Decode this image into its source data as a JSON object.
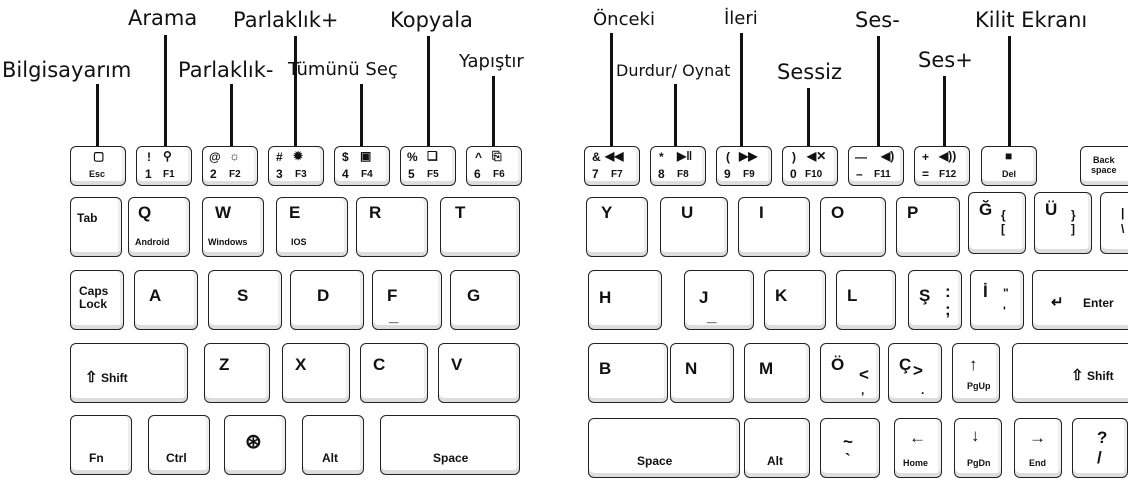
{
  "callouts": {
    "bilgisayarim": "Bilgisayarım",
    "arama": "Arama",
    "parlaklik_minus": "Parlaklık-",
    "parlaklik_plus": "Parlaklık+",
    "tumunu_sec": "Tümünü Seç",
    "kopyala": "Kopyala",
    "yapistir": "Yapıştır",
    "onceki": "Önceki",
    "durdur_oynat": "Durdur/ Oynat",
    "ileri": "İleri",
    "sessiz": "Sessiz",
    "ses_minus": "Ses-",
    "ses_plus": "Ses+",
    "kilit_ekrani": "Kilit Ekranı"
  },
  "keys": {
    "esc": "Esc",
    "f1_sym": "!",
    "f1_num": "1",
    "f1_fn": "F1",
    "f2_sym": "@",
    "f2_num": "2",
    "f2_fn": "F2",
    "f3_sym": "#",
    "f3_num": "3",
    "f3_fn": "F3",
    "f4_sym": "$",
    "f4_num": "4",
    "f4_fn": "F4",
    "f5_sym": "%",
    "f5_num": "5",
    "f5_fn": "F5",
    "f6_sym": "^",
    "f6_num": "6",
    "f6_fn": "F6",
    "f7_sym": "&",
    "f7_num": "7",
    "f7_fn": "F7",
    "f8_sym": "*",
    "f8_num": "8",
    "f8_fn": "F8",
    "f9_sym": "(",
    "f9_num": "9",
    "f9_fn": "F9",
    "f10_sym": ")",
    "f10_num": "0",
    "f10_fn": "F10",
    "f11_sym": "—",
    "f11_num": "–",
    "f11_fn": "F11",
    "f12_sym": "+",
    "f12_num": "=",
    "f12_fn": "F12",
    "del": "Del",
    "backspace_1": "Back",
    "backspace_2": "space",
    "tab": "Tab",
    "q": "Q",
    "q_sub": "Android",
    "w": "W",
    "w_sub": "Windows",
    "e": "E",
    "e_sub": "IOS",
    "r": "R",
    "t": "T",
    "y": "Y",
    "u": "U",
    "i": "I",
    "o": "O",
    "p": "P",
    "g_breve": "Ğ",
    "g_breve_sym1": "{",
    "g_breve_sym2": "[",
    "u_uml": "Ü",
    "u_uml_sym1": "}",
    "u_uml_sym2": "]",
    "pipe1": "|",
    "pipe2": "\\",
    "caps1": "Caps",
    "caps2": "Lock",
    "a": "A",
    "s": "S",
    "d": "D",
    "f": "F",
    "f_sub": "_",
    "g": "G",
    "h": "H",
    "j": "J",
    "j_sub": "_",
    "k": "K",
    "l": "L",
    "s_cedil": "Ş",
    "s_cedil_sym1": ":",
    "s_cedil_sym2": ";",
    "i_dot": "İ",
    "i_dot_sym1": "\"",
    "i_dot_sym2": "'",
    "enter": "Enter",
    "shift_l": "Shift",
    "z": "Z",
    "x": "X",
    "c": "C",
    "v": "V",
    "b": "B",
    "n": "N",
    "m": "M",
    "o_uml": "Ö",
    "o_uml_sym1": "<",
    "o_uml_sym2": ",",
    "c_cedil": "Ç",
    "c_cedil_sym1": ">",
    "c_cedil_sym2": ".",
    "pgup_arrow": "↑",
    "pgup": "PgUp",
    "shift_r": "Shift",
    "fn": "Fn",
    "ctrl": "Ctrl",
    "alt_l": "Alt",
    "space_l": "Space",
    "space_r": "Space",
    "alt_r": "Alt",
    "tilde1": "~",
    "tilde2": "`",
    "home_arrow": "←",
    "home": "Home",
    "pgdn_arrow": "↓",
    "pgdn": "PgDn",
    "end_arrow": "→",
    "end": "End",
    "slash1": "?",
    "slash2": "/"
  },
  "icons": {
    "esc_icon": "computer-icon",
    "f1_icon": "search-icon",
    "f2_icon": "brightness-down-icon",
    "f3_icon": "brightness-up-icon",
    "f4_icon": "select-all-icon",
    "f5_icon": "copy-icon",
    "f6_icon": "paste-icon",
    "f7_icon": "previous-track-icon",
    "f8_icon": "play-pause-icon",
    "f9_icon": "next-track-icon",
    "f10_icon": "mute-icon",
    "f11_icon": "volume-down-icon",
    "f12_icon": "volume-up-icon",
    "del_icon": "lock-screen-icon",
    "win_icon": "windows-logo-icon"
  }
}
